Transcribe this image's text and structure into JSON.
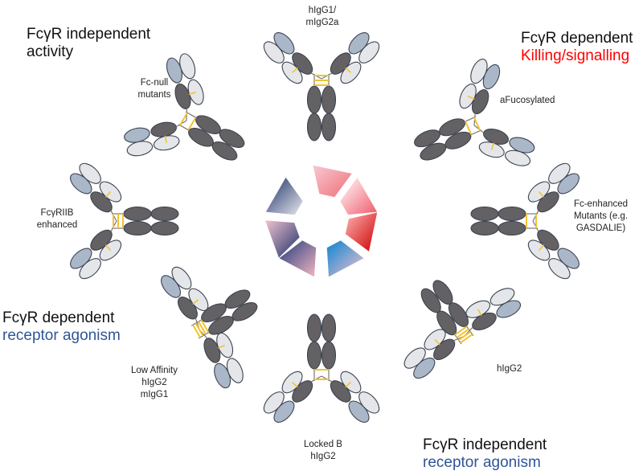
{
  "colors": {
    "light_chain": "#e4e6ea",
    "variable_blue": "#aab7c9",
    "heavy_chain": "#636163",
    "chain_outline": "#3c4350",
    "hinge_link": "#f2c232",
    "red_accent": "#ff0000",
    "blue_accent": "#2f5597"
  },
  "headings": {
    "top_left": {
      "line1": "FcγR independent",
      "line2": "activity"
    },
    "top_right": {
      "line1": "FcγR dependent",
      "line2": "Killing/signalling"
    },
    "mid_left": {
      "line1": "FcγR dependent",
      "line2": "receptor agonism"
    },
    "bottom_right": {
      "line1": "FcγR independent",
      "line2": "receptor agonism"
    }
  },
  "antibodies": [
    {
      "id": "top",
      "label": [
        "hIgG1/",
        "mIgG2a"
      ],
      "links": 3
    },
    {
      "id": "top-right",
      "label": [
        "aFucosylated"
      ],
      "links": 2
    },
    {
      "id": "right",
      "label": [
        "Fc-enhanced",
        "Mutants (e.g.",
        "GASDALIE)"
      ],
      "links": 2
    },
    {
      "id": "bottom-right",
      "label": [
        "hIgG2"
      ],
      "links": 4
    },
    {
      "id": "bottom",
      "label": [
        "Locked B",
        "hIgG2"
      ],
      "links": 2
    },
    {
      "id": "bottom-left",
      "label": [
        "Low Affinity",
        "hIgG2",
        "mIgG1"
      ],
      "links": 4
    },
    {
      "id": "left",
      "label": [
        "FcγRIIB",
        "enhanced"
      ],
      "links": 3
    },
    {
      "id": "top-left",
      "label": [
        "Fc-null",
        "mutants"
      ],
      "links": 2
    }
  ],
  "center_wheel": [
    {
      "name": "segment-pink-light",
      "from": "#f7c9cf",
      "to": "#ef6f7c"
    },
    {
      "name": "segment-pink-fade",
      "from": "#ffffff",
      "to": "#f05a6a"
    },
    {
      "name": "segment-red",
      "from": "#ffb3b3",
      "to": "#cc0000"
    },
    {
      "name": "segment-cyan",
      "from": "#0a84d4",
      "to": "#f7c2cc"
    },
    {
      "name": "segment-navy-pink",
      "from": "#1f3a7a",
      "to": "#f3b6c2"
    },
    {
      "name": "segment-navy-light",
      "from": "#f2c4cf",
      "to": "#1c2f6b"
    },
    {
      "name": "segment-navy-dark",
      "from": "#1a2e66",
      "to": "#e8e8ee"
    }
  ]
}
